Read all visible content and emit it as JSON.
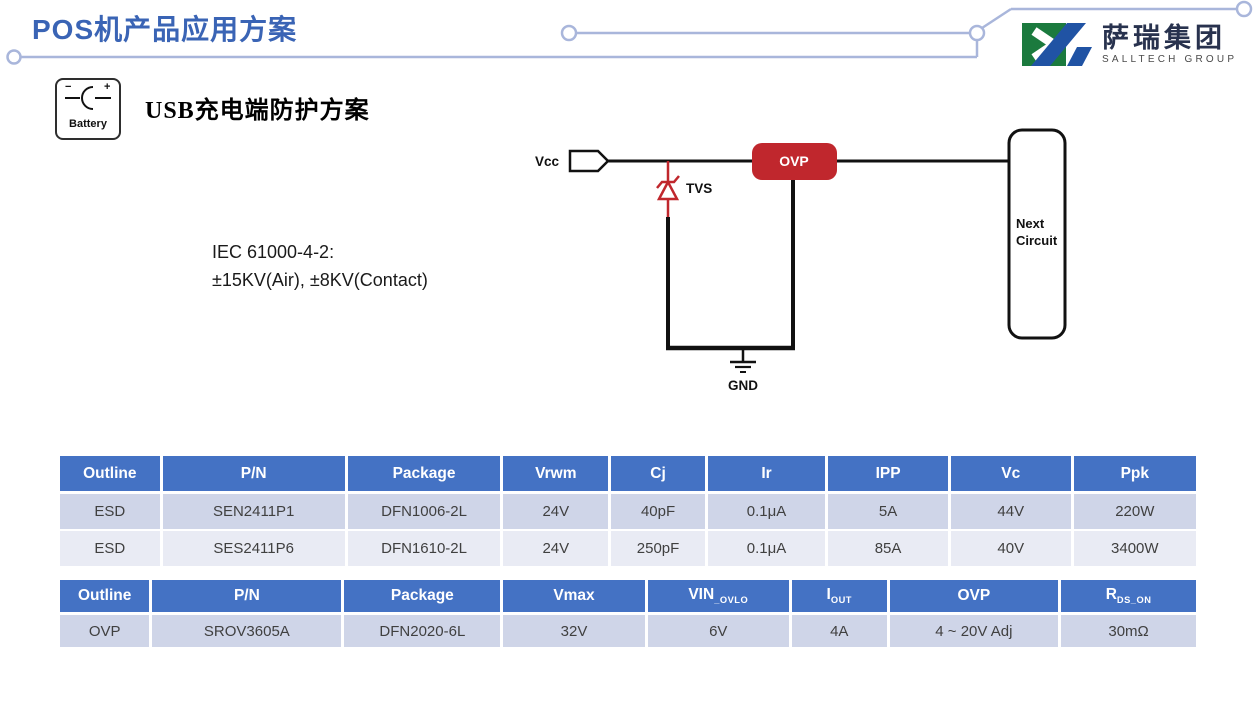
{
  "header": {
    "title": "POS机产品应用方案"
  },
  "logo": {
    "company": "萨瑞集团",
    "group": "SALLTECH GROUP"
  },
  "section": {
    "battery_label": "Battery",
    "heading": "USB充电端防护方案"
  },
  "iec": {
    "line1": "IEC 61000-4-2:",
    "line2": "±15KV(Air), ±8KV(Contact)"
  },
  "circuit": {
    "vcc_label": "Vcc",
    "tvs_label": "TVS",
    "ovp_label": "OVP",
    "gnd_label": "GND",
    "next_line1": "Next",
    "next_line2": "Circuit"
  },
  "colors": {
    "title_blue": "#3A64B5",
    "decor": "#A9B6DB",
    "header_blue": "#4472C4",
    "row_dark": "#CFD5E8",
    "row_light": "#E9EBF4",
    "accent_red": "#C0272D",
    "wire_black": "#111111",
    "logo_green": "#1B7A3E",
    "logo_blue": "#2053A4",
    "logo_navy": "#28324E",
    "body_text": "#404040"
  },
  "esd_table": {
    "headers": [
      "Outline",
      "P/N",
      "Package",
      "Vrwm",
      "Cj",
      "Ir",
      "IPP",
      "Vc",
      "Ppk"
    ],
    "rows": [
      [
        "ESD",
        "SEN2411P1",
        "DFN1006-2L",
        "24V",
        "40pF",
        "0.1μA",
        "5A",
        "44V",
        "220W"
      ],
      [
        "ESD",
        "SES2411P6",
        "DFN1610-2L",
        "24V",
        "250pF",
        "0.1μA",
        "85A",
        "40V",
        "3400W"
      ]
    ]
  },
  "ovp_table": {
    "headers": [
      {
        "t": "Outline"
      },
      {
        "t": "P/N"
      },
      {
        "t": "Package"
      },
      {
        "t": "Vmax"
      },
      {
        "t": "VIN",
        "sub": "_OVLO"
      },
      {
        "t": "I",
        "sub": "OUT"
      },
      {
        "t": "OVP"
      },
      {
        "t": "R",
        "sub": "DS_ON"
      }
    ],
    "rows": [
      [
        "OVP",
        "SROV3605A",
        "DFN2020-6L",
        "32V",
        "6V",
        "4A",
        "4 ~ 20V Adj",
        "30mΩ"
      ]
    ]
  }
}
